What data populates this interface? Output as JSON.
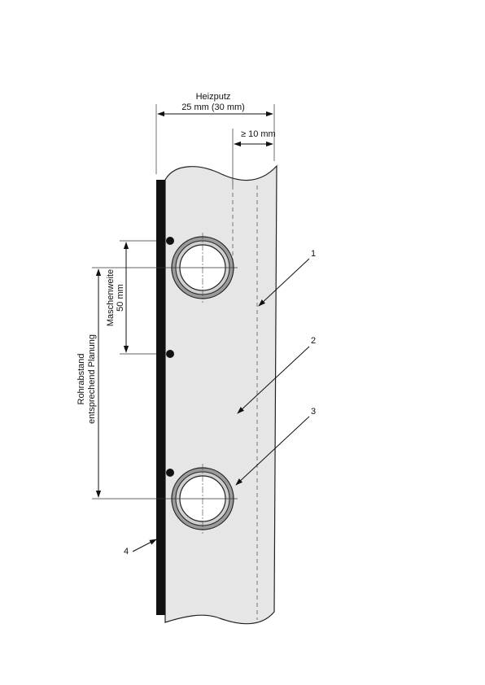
{
  "labels": {
    "heizputz": "Heizputz",
    "thickness": "25 mm (30 mm)",
    "min_cover": "≥ 10 mm",
    "mesh_line1": "Maschenweite",
    "mesh_line2": "50 mm",
    "pipe_line1": "Rohrabstand",
    "pipe_line2": "entsprechend Planung",
    "callout_1": "1",
    "callout_2": "2",
    "callout_3": "3",
    "callout_4": "4"
  },
  "colors": {
    "plaster_fill": "#e6e6e6",
    "wall": "#111111",
    "pipe_outer": "#9a9a9a",
    "pipe_ring": "#d0d0d0",
    "line": "#111111"
  }
}
